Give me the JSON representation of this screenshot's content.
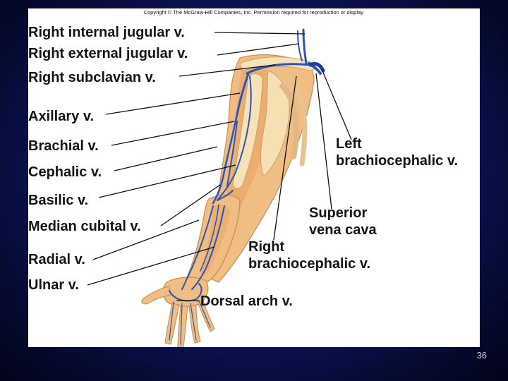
{
  "copyright": "Copyright © The McGraw-Hill Companies, Inc. Permission required for reproduction or display.",
  "labels": {
    "right_internal_jugular": "Right internal jugular v.",
    "right_external_jugular": "Right external jugular v.",
    "right_subclavian": "Right subclavian v.",
    "axillary": "Axillary v.",
    "brachial": "Brachial v.",
    "cephalic": "Cephalic v.",
    "basilic": "Basilic v.",
    "median_cubital": "Median cubital v.",
    "radial": "Radial v.",
    "ulnar": "Ulnar v.",
    "dorsal_arch": "Dorsal arch v.",
    "left_brachiocephalic_1": "Left",
    "left_brachiocephalic_2": "brachiocephalic v.",
    "superior_vena_cava_1": "Superior",
    "superior_vena_cava_2": "vena cava",
    "right_brachiocephalic_1": "Right",
    "right_brachiocephalic_2": "brachiocephalic v."
  },
  "page_number": "36",
  "colors": {
    "vein": "#2a55b8",
    "skin": "#f2c38a",
    "muscle": "#e8a96a",
    "bone": "#f7e2b8"
  }
}
